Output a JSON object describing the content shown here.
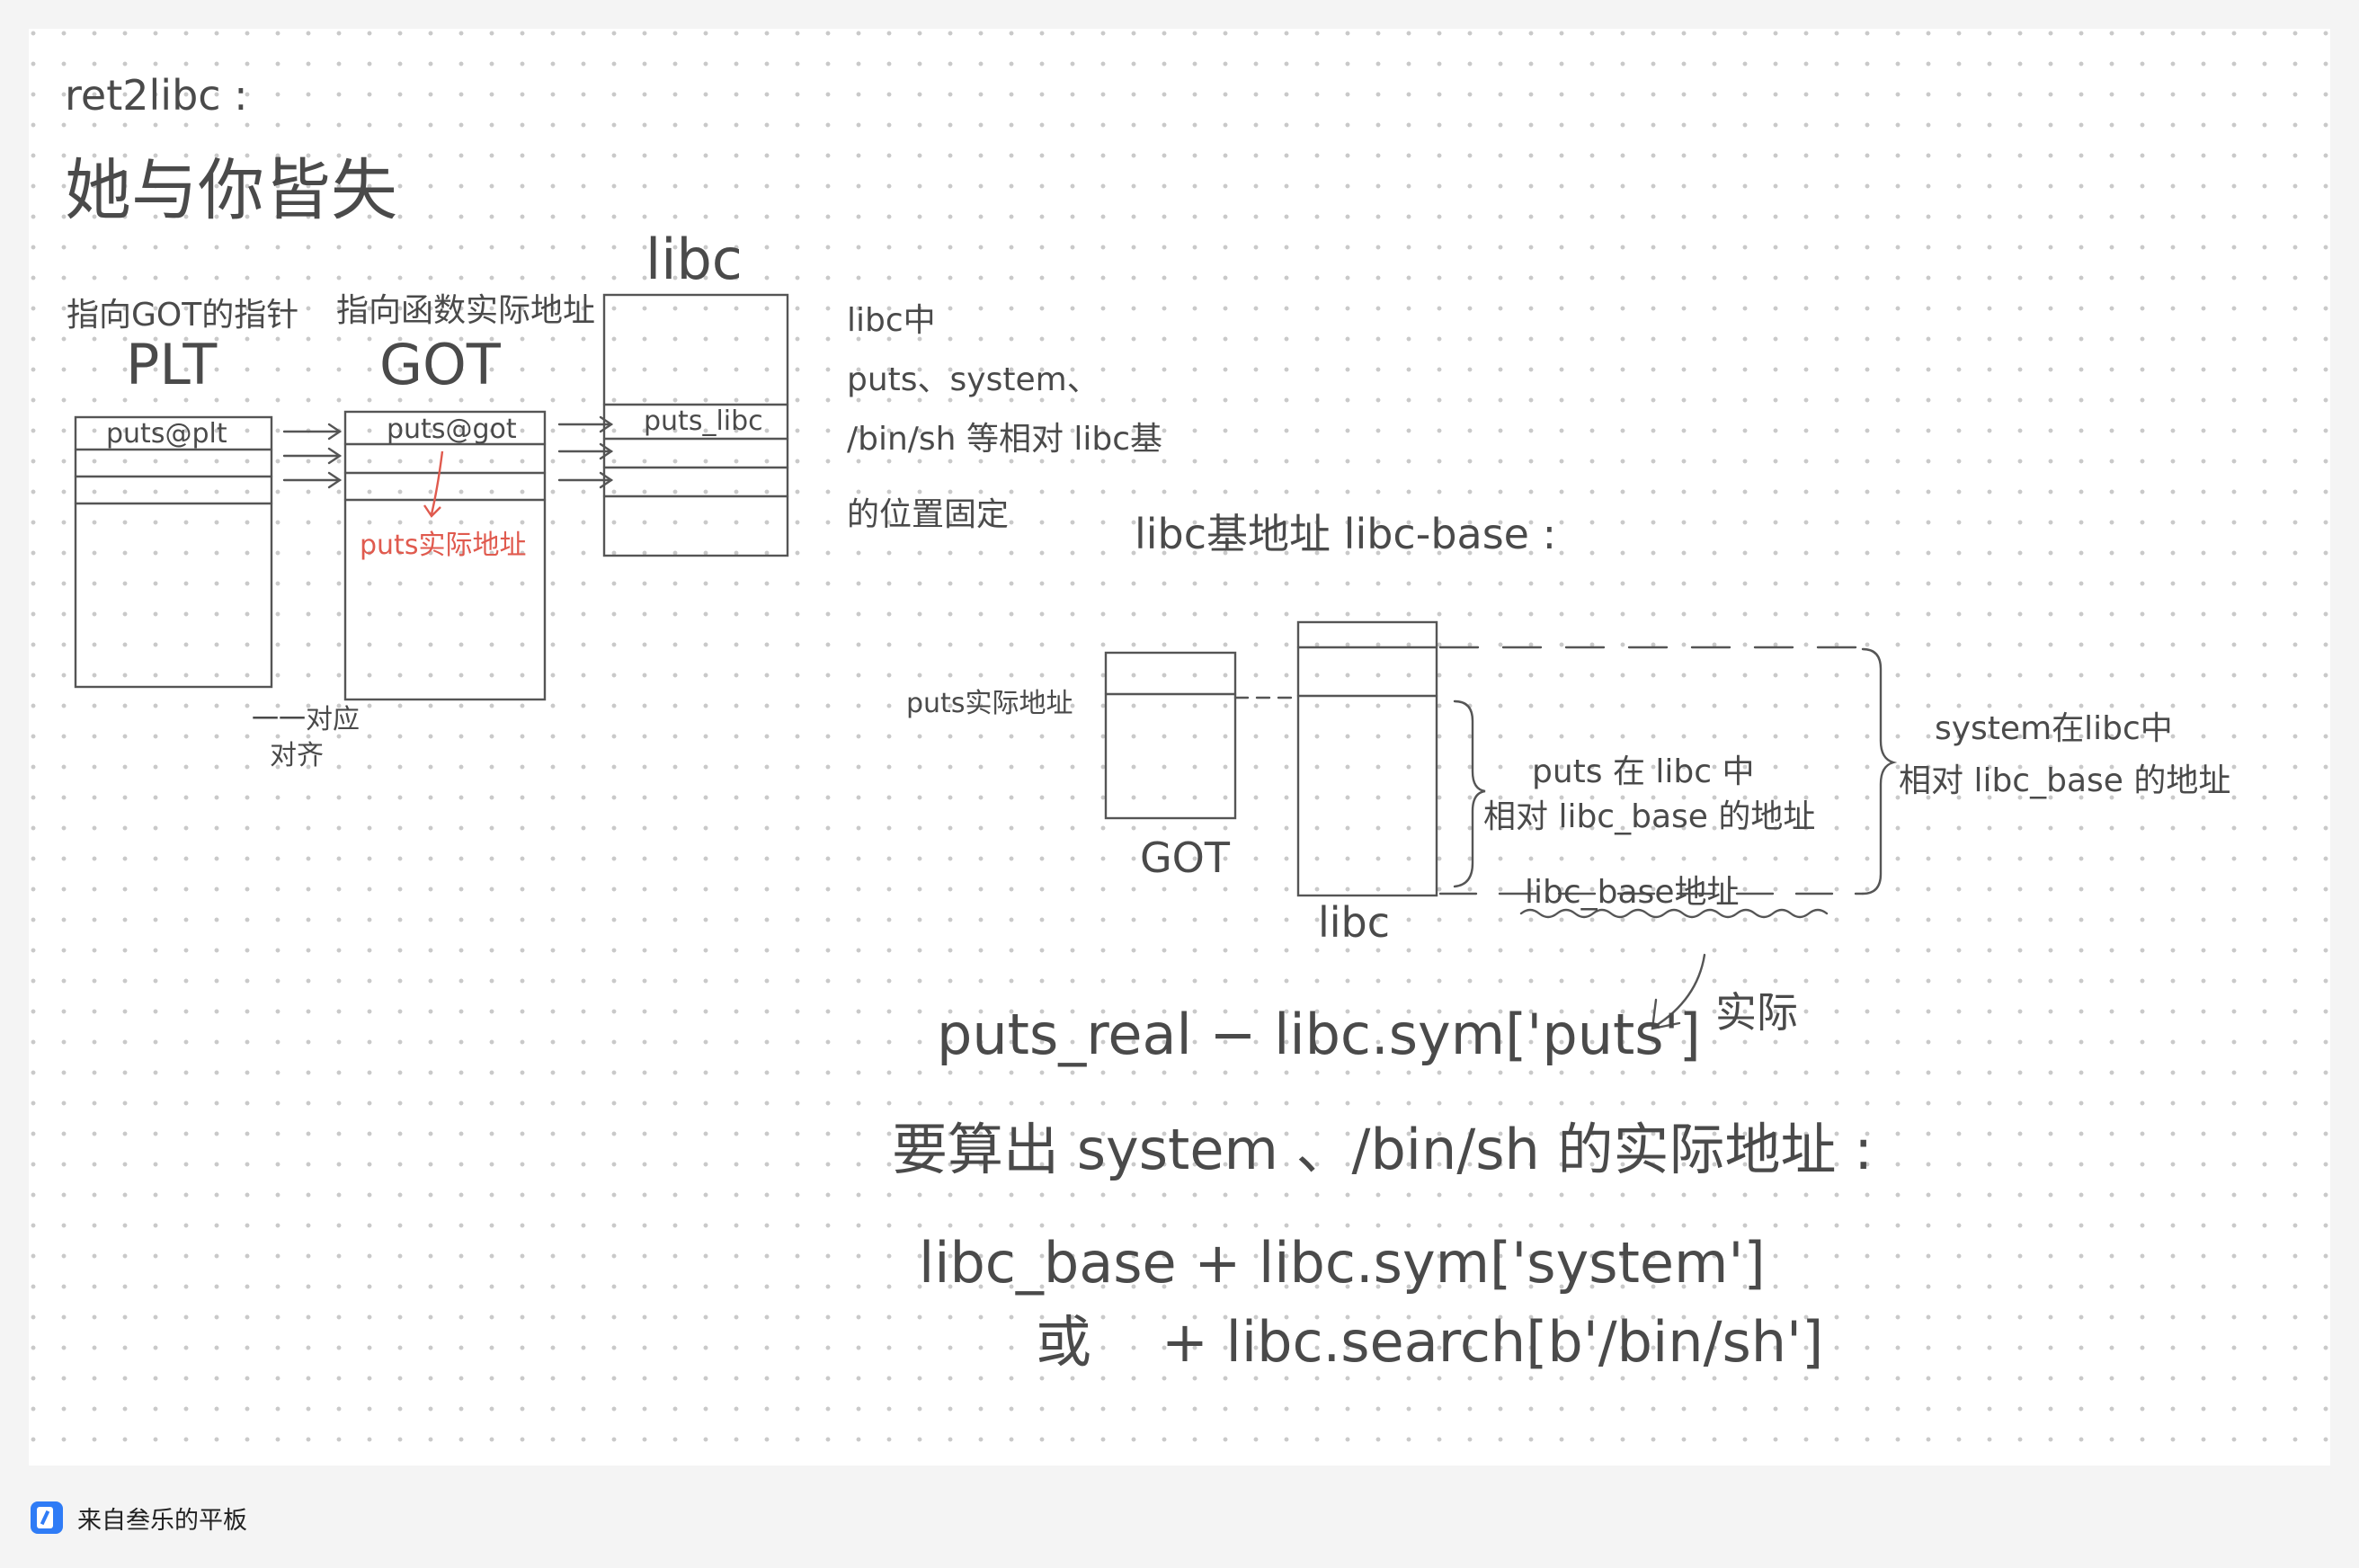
{
  "note": {
    "heading": "ret2libc :",
    "title": "她与你皆失",
    "plt_table": {
      "caption": "指向GOT的指针",
      "label": "PLT",
      "entry": "puts@plt"
    },
    "got_table": {
      "caption": "指向函数实际地址",
      "label": "GOT",
      "entry": "puts@got",
      "red_note": "puts实际地址"
    },
    "libc_table": {
      "label": "libc",
      "entry": "puts_libc"
    },
    "correspondence_note": [
      "一一对应",
      "对齐"
    ],
    "libc_note": [
      "libc中",
      "puts、system、",
      "/bin/sh 等相对 libc基",
      "的位置固定"
    ],
    "base_heading": "libc基地址 libc-base :",
    "diagram": {
      "puts_real_label": "puts实际地址",
      "got_label": "GOT",
      "libc_label": "libc",
      "puts_offset_note": [
        "puts 在 libc 中",
        "相对 libc_base 的地址"
      ],
      "system_offset_note": [
        "system在libc中",
        "相对 libc_base 的地址"
      ],
      "libc_base_label": "libc_base地址"
    },
    "formula1": "puts_real − libc.sym['puts']",
    "formula1_note": "实际",
    "formula2": "要算出 system 、/bin/sh 的实际地址 :",
    "formula3": "libc_base + libc.sym['system']",
    "formula4_prefix": "或",
    "formula4": "+ libc.search[b'/bin/sh']"
  },
  "footer": {
    "icon": "notes-app-icon",
    "source": "来自叁乐的平板"
  },
  "colors": {
    "ink": "#4a4a4a",
    "red_ink": "#e05a4e",
    "app_icon": "#2f7cf6"
  }
}
